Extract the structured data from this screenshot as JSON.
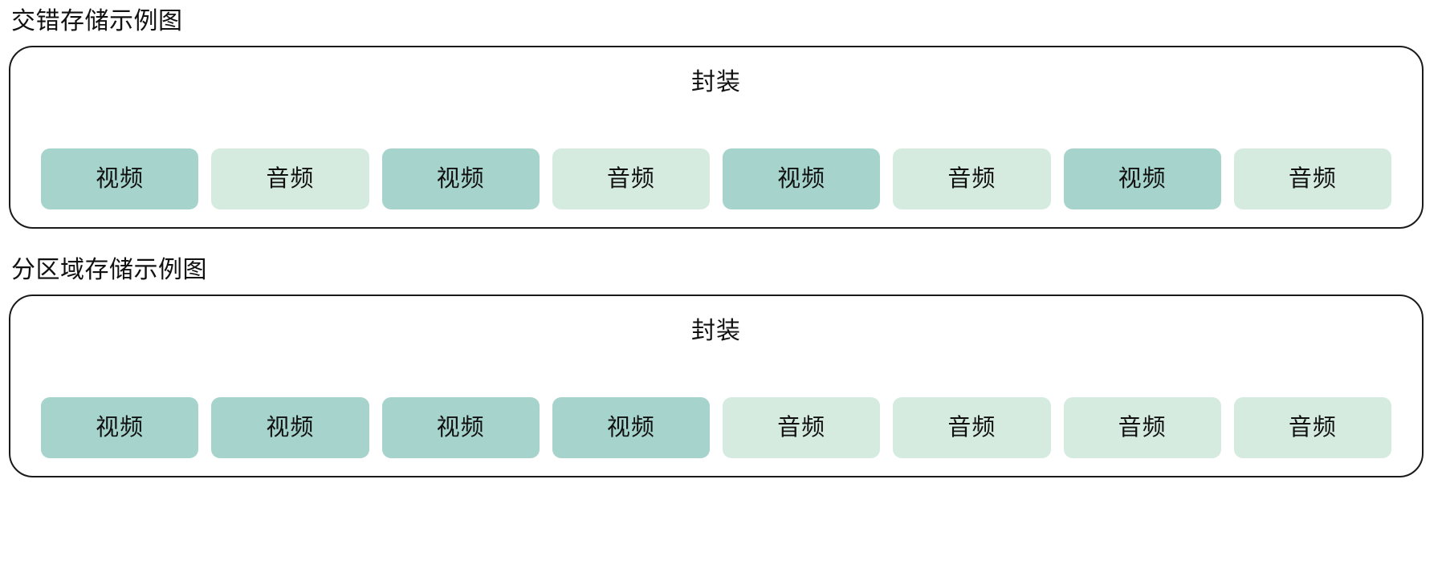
{
  "document": {
    "background_color": "#ffffff",
    "text_color": "#111111"
  },
  "palette": {
    "video_fill": "#a6d4cc",
    "audio_fill": "#d6ebe0",
    "container_border": "#1a1a1a"
  },
  "sections": [
    {
      "id": "interleaved",
      "title": "交错存储示例图",
      "container_label": "封装",
      "chips": [
        {
          "label": "视频",
          "kind": "video"
        },
        {
          "label": "音频",
          "kind": "audio"
        },
        {
          "label": "视频",
          "kind": "video"
        },
        {
          "label": "音频",
          "kind": "audio"
        },
        {
          "label": "视频",
          "kind": "video"
        },
        {
          "label": "音频",
          "kind": "audio"
        },
        {
          "label": "视频",
          "kind": "video"
        },
        {
          "label": "音频",
          "kind": "audio"
        }
      ]
    },
    {
      "id": "partitioned",
      "title": "分区域存储示例图",
      "container_label": "封装",
      "chips": [
        {
          "label": "视频",
          "kind": "video"
        },
        {
          "label": "视频",
          "kind": "video"
        },
        {
          "label": "视频",
          "kind": "video"
        },
        {
          "label": "视频",
          "kind": "video"
        },
        {
          "label": "音频",
          "kind": "audio"
        },
        {
          "label": "音频",
          "kind": "audio"
        },
        {
          "label": "音频",
          "kind": "audio"
        },
        {
          "label": "音频",
          "kind": "audio"
        }
      ]
    }
  ]
}
